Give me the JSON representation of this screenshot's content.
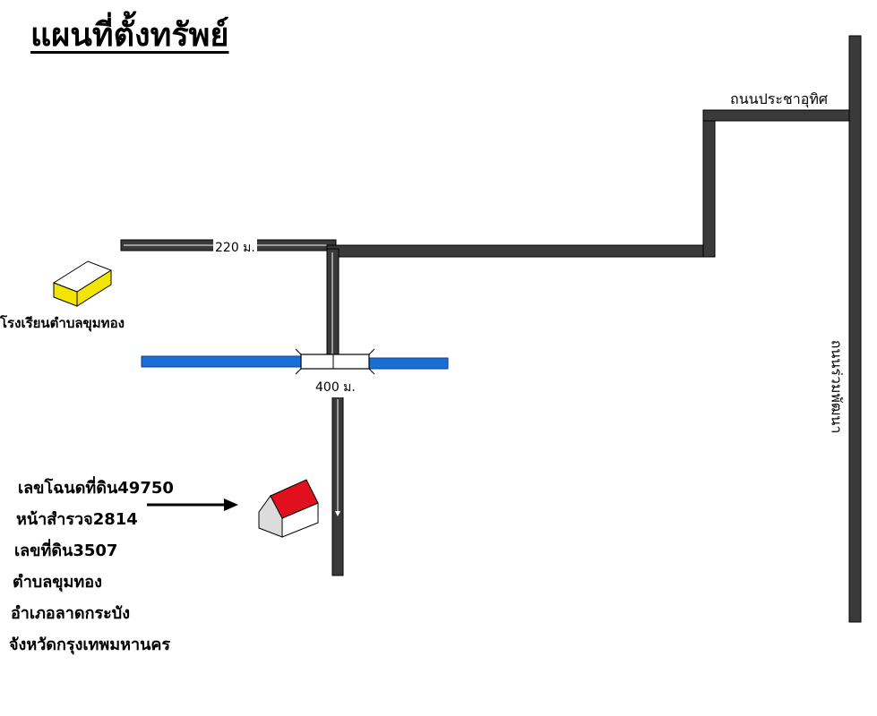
{
  "title": "แผนที่ตั้งทรัพย์",
  "roads": {
    "top_right_label": "ถนนประชาอุทิศ",
    "right_vertical_label": "ถนนร่วมพัฒนา"
  },
  "distances": {
    "north_road": "220 ม.",
    "bridge": "400 ม."
  },
  "landmarks": {
    "school": "โรงเรียนตำบลขุมทอง"
  },
  "property_info": [
    "เลขโฉนดที่ดิน49750",
    "หน้าสำรวจ2814",
    "เลขที่ดิน3507",
    "ตำบลขุมทอง",
    "อำเภอลาดกระบัง",
    "จังหวัดกรุงเทพมหานคร"
  ],
  "colors": {
    "road": "#3a3a3a",
    "canal": "#1a6fd6",
    "school": "#f2e600",
    "roof": "#e0101e"
  }
}
